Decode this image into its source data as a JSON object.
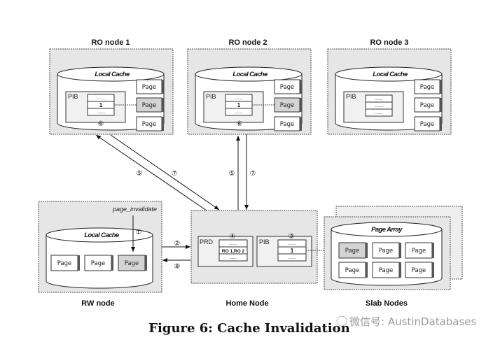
{
  "figure": {
    "caption": "Figure 6: Cache Invalidation",
    "watermark": "微信号: AustinDatabases"
  },
  "nodes": {
    "ro1": {
      "title": "RO node 1",
      "cache_label": "Local Cache",
      "pib_label": "PIB",
      "pib_entries": [
        "......",
        "1",
        "......"
      ],
      "pages": [
        "Page",
        "Page",
        "Page"
      ],
      "step": "⑥"
    },
    "ro2": {
      "title": "RO node 2",
      "cache_label": "Local Cache",
      "pib_label": "PIB",
      "pib_entries": [
        "......",
        "1",
        "......"
      ],
      "pages": [
        "Page",
        "Page",
        "Page"
      ],
      "step": "⑥"
    },
    "ro3": {
      "title": "RO node 3",
      "cache_label": "Local Cache",
      "pib_label": "PIB",
      "pib_entries": [
        "......",
        "......",
        "......"
      ],
      "pages": [
        "Page",
        "Page",
        "Page"
      ]
    },
    "rw": {
      "title": "RW node",
      "cache_label": "Local Cache",
      "note": "page_invalidate",
      "step": "①",
      "pages": [
        "Page",
        "Page",
        "Page"
      ]
    },
    "home": {
      "title": "Home Node",
      "prd_label": "PRD",
      "prd_entries": [
        "......",
        "RO 1,RO 2",
        "......"
      ],
      "prd_step": "④",
      "pib_label": "PIB",
      "pib_entries": [
        "......",
        "1",
        "......"
      ],
      "pib_step": "③"
    },
    "slab": {
      "title": "Slab Nodes",
      "cache_label": "Page Array",
      "pages": [
        "Page",
        "Page",
        "Page",
        "Page",
        "Page",
        "Page"
      ]
    }
  },
  "arrows": {
    "rw_to_home": "②",
    "home_to_rw": "⑧",
    "ro1_to_home": "⑤",
    "home_to_ro1": "⑦",
    "ro2_to_home": "⑤",
    "home_to_ro2": "⑦"
  },
  "colors": {
    "node_fill": "#e6e6e6",
    "highlight_page": "#d4d4d4",
    "page_fill": "#ffffff",
    "page_edge": "#555555"
  }
}
